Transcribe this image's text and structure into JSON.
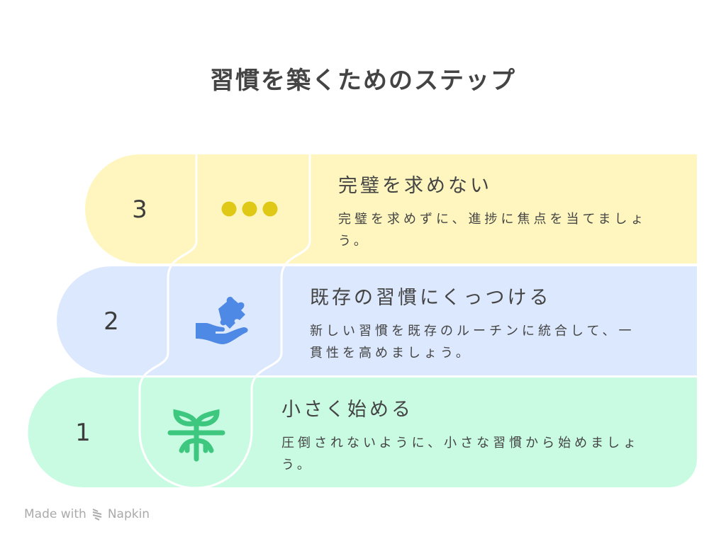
{
  "title": "習慣を築くためのステップ",
  "colors": {
    "step3": "#FEF6BE",
    "step2": "#DCE8FD",
    "step1": "#C9FBE3",
    "dots": "#E0C916",
    "puzzle": "#4F89E6",
    "sprout": "#3DC77F"
  },
  "steps": [
    {
      "number": "3",
      "icon": "ellipsis-icon",
      "title": "完璧を求めない",
      "description": "完璧を求めずに、進捗に焦点を当てましょう。"
    },
    {
      "number": "2",
      "icon": "puzzle-hand-icon",
      "title": "既存の習慣にくっつける",
      "description": "新しい習慣を既存のルーチンに統合して、一貫性を高めましょう。"
    },
    {
      "number": "1",
      "icon": "sprout-icon",
      "title": "小さく始める",
      "description": "圧倒されないように、小さな習慣から始めましょう。"
    }
  ],
  "footer": {
    "made_with": "Made with",
    "brand": "Napkin"
  }
}
